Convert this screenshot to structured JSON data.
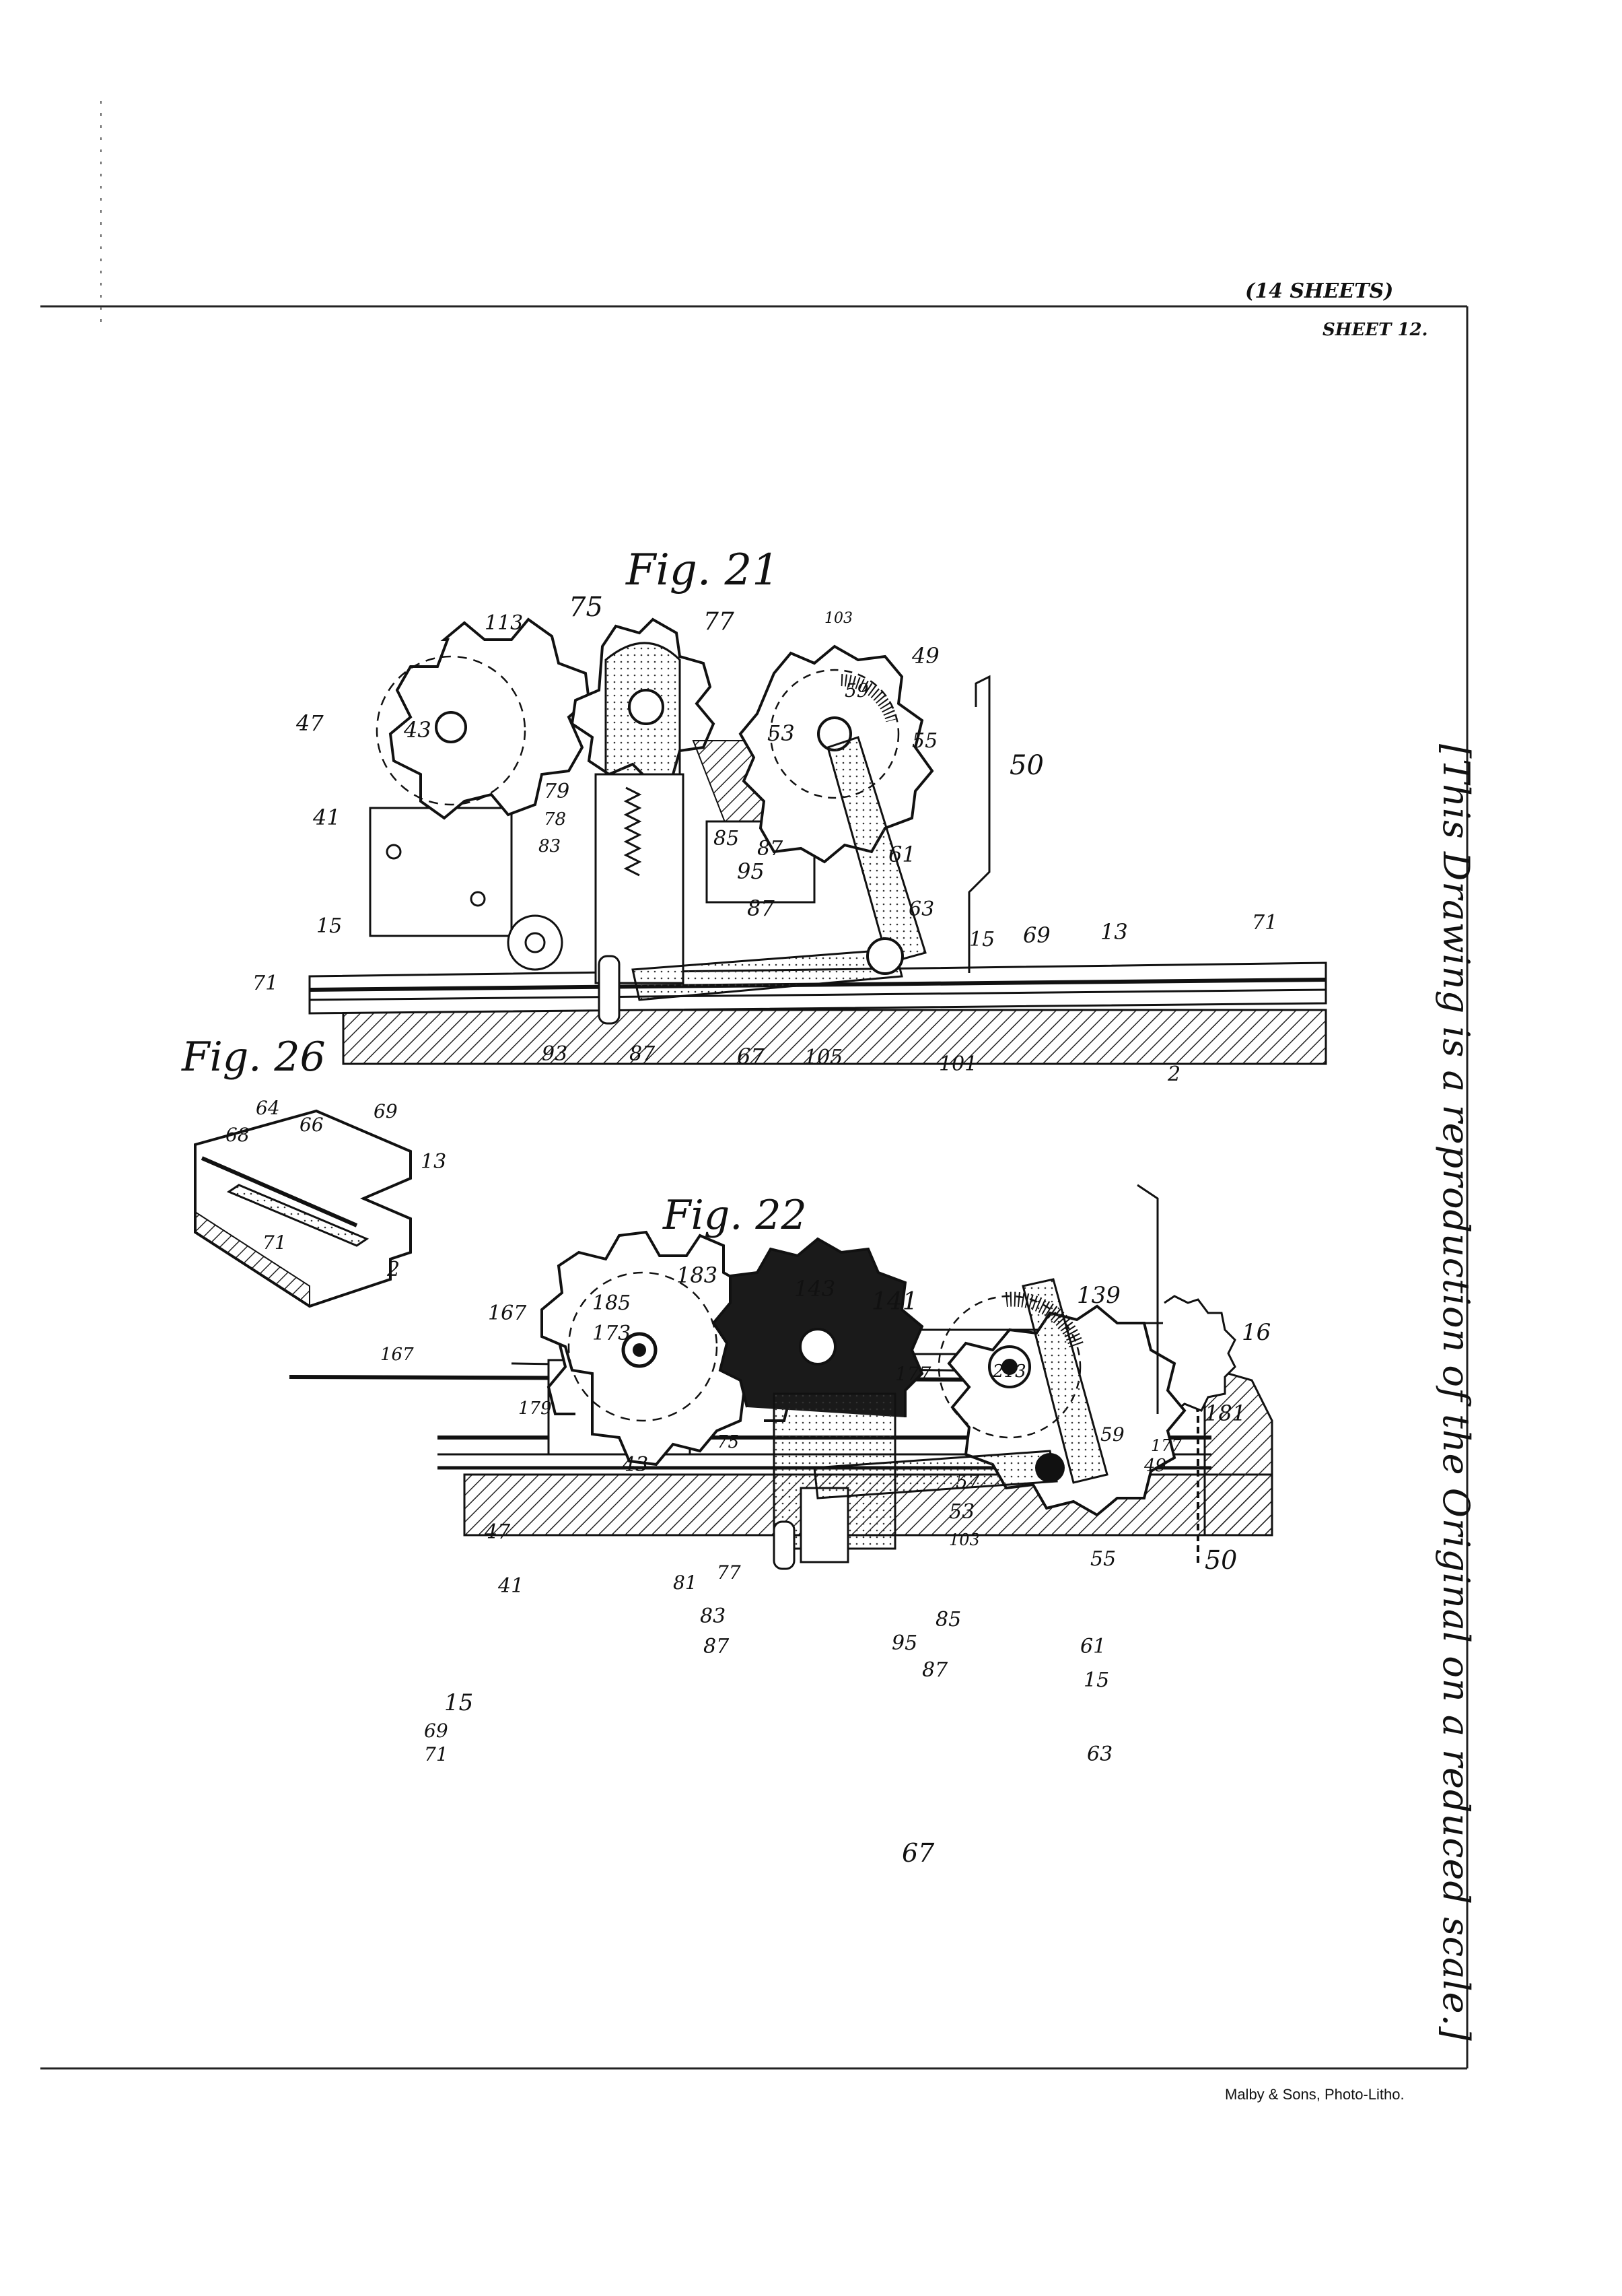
{
  "sheet_header": {
    "sheets_total": "(14 SHEETS)",
    "sheet_number": "SHEET 12."
  },
  "figures": [
    {
      "title": "Fig. 21",
      "labels": [
        "113",
        "75",
        "77",
        "103",
        "49",
        "47",
        "43",
        "41",
        "79",
        "78",
        "83",
        "85",
        "87",
        "59",
        "53",
        "55",
        "50",
        "95",
        "87",
        "61",
        "63",
        "15",
        "69",
        "13",
        "71",
        "15",
        "71",
        "93",
        "87",
        "67",
        "105",
        "101",
        "2"
      ]
    },
    {
      "title": "Fig. 26",
      "labels": [
        "64",
        "66",
        "69",
        "68",
        "13",
        "71",
        "2"
      ]
    },
    {
      "title": "Fig. 22",
      "labels": [
        "183",
        "143",
        "141",
        "139",
        "16",
        "167",
        "185",
        "173",
        "167",
        "177",
        "213",
        "181",
        "179",
        "43",
        "75",
        "59",
        "177",
        "49",
        "47",
        "41",
        "57",
        "53",
        "103",
        "55",
        "50",
        "81",
        "77",
        "83",
        "87",
        "85",
        "95",
        "87",
        "61",
        "15",
        "15",
        "69",
        "71",
        "63",
        "67"
      ]
    }
  ],
  "side_note": "[This Drawing is a reproduction of the Original on a reduced scale.]",
  "printer_credit": "Malby & Sons, Photo-Litho."
}
